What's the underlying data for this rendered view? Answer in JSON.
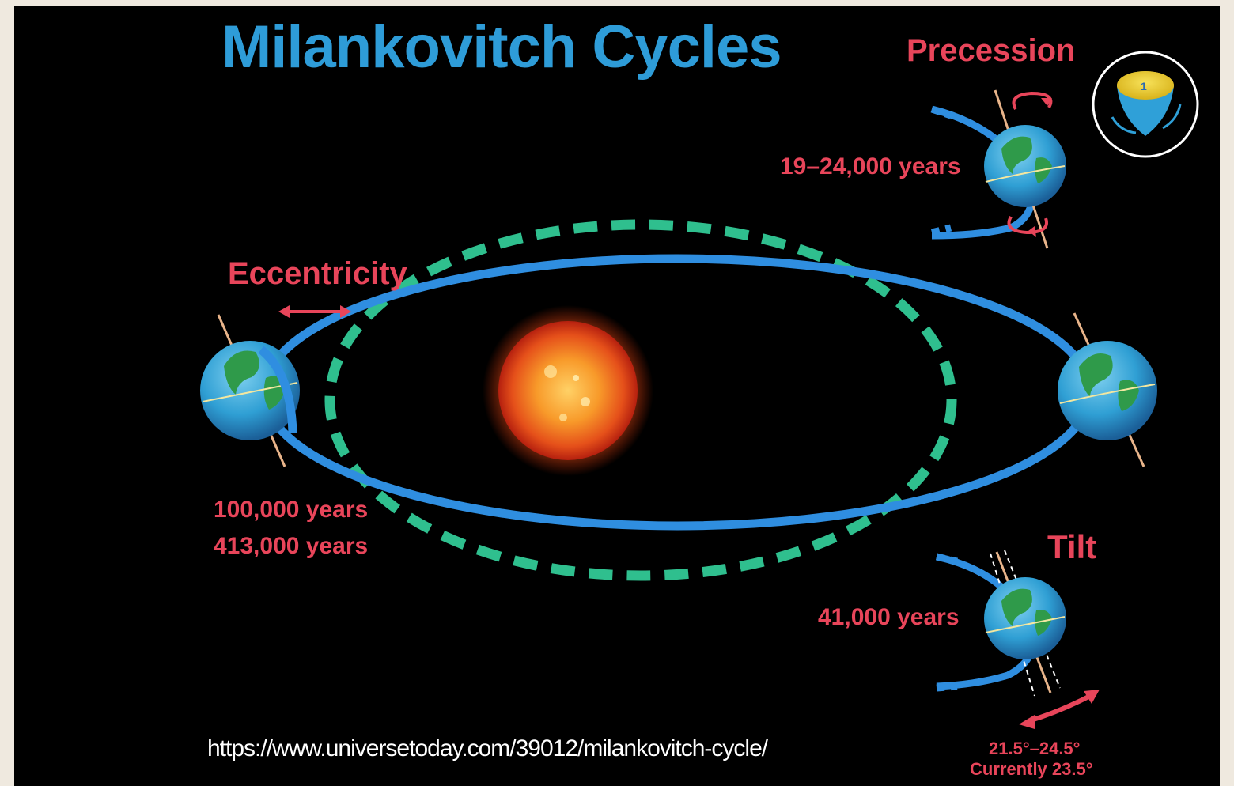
{
  "diagram": {
    "title": "Milankovitch Cycles",
    "eccentricity": {
      "label": "Eccentricity",
      "period_1": "100,000 years",
      "period_2": "413,000 years"
    },
    "precession": {
      "label": "Precession",
      "period": "19–24,000 years"
    },
    "tilt": {
      "label": "Tilt",
      "period": "41,000 years",
      "range": "21.5°–24.5°",
      "current": "Currently 23.5°"
    },
    "source_url": "https://www.universetoday.com/39012/milankovitch-cycle/"
  },
  "colors": {
    "background": "#000000",
    "page": "#efe9df",
    "title_blue": "#2e9cd8",
    "label_red": "#e8455a",
    "orbit_blue": "#2f8ee0",
    "dashed_orbit_green": "#2fbf8e",
    "sun_orange": "#f47a1e",
    "earth_ocean": "#36a7d6",
    "earth_land": "#2f9a4a"
  },
  "icons": [
    "sun-icon",
    "earth-icon",
    "spinning-top-icon",
    "double-arrow-icon",
    "rotation-arrow-icon"
  ]
}
